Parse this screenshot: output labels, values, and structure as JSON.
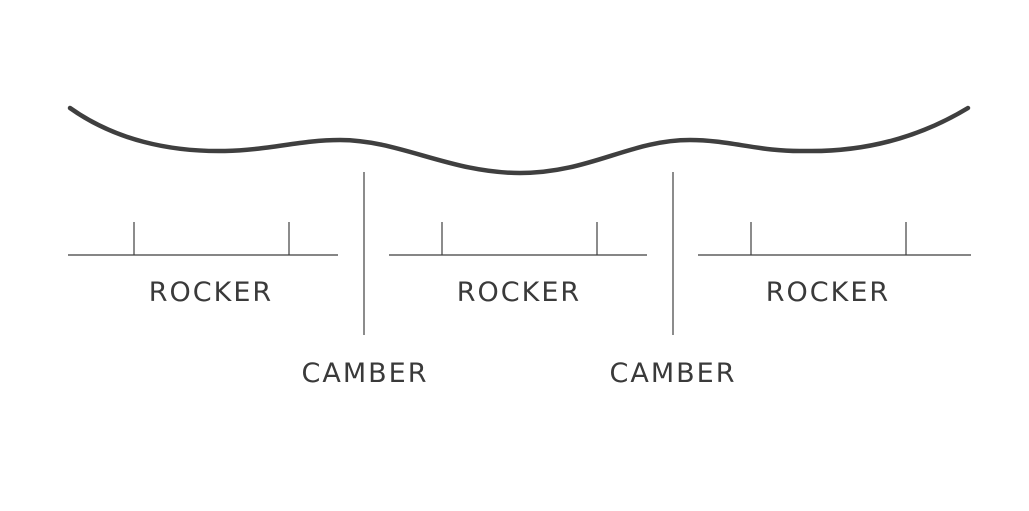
{
  "labels": {
    "rocker_left": "ROCKER",
    "rocker_center": "ROCKER",
    "rocker_right": "ROCKER",
    "camber_left": "CAMBER",
    "camber_right": "CAMBER"
  },
  "colors": {
    "background": "#ffffff",
    "line": "#3f3f3f",
    "text": "#3a3a3a"
  }
}
